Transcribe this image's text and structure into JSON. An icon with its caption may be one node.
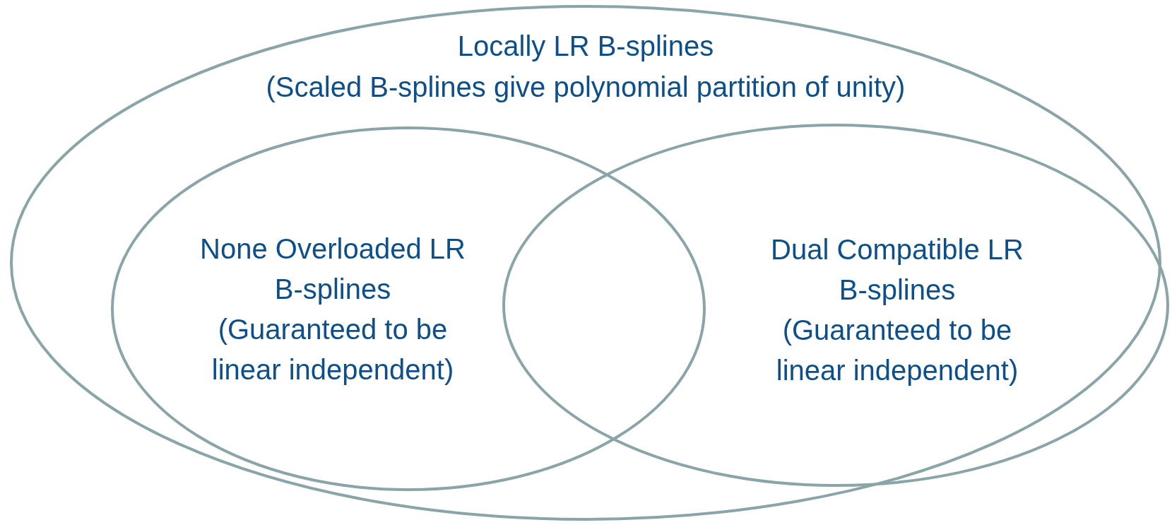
{
  "diagram": {
    "nodes": [
      {
        "text": [
          "Locally LR B-splines",
          "(Scaled B-splines give polynomial partition of unity)"
        ]
      },
      {
        "text": [
          "None Overloaded LR B-splines",
          "(Guaranteed to be linear independent)"
        ],
        "in": 0
      },
      {
        "text": [
          "Dual Compatible LR B-splines",
          "(Guaranteed to be linear independent)"
        ],
        "in": 0
      }
    ],
    "edges": []
  }
}
